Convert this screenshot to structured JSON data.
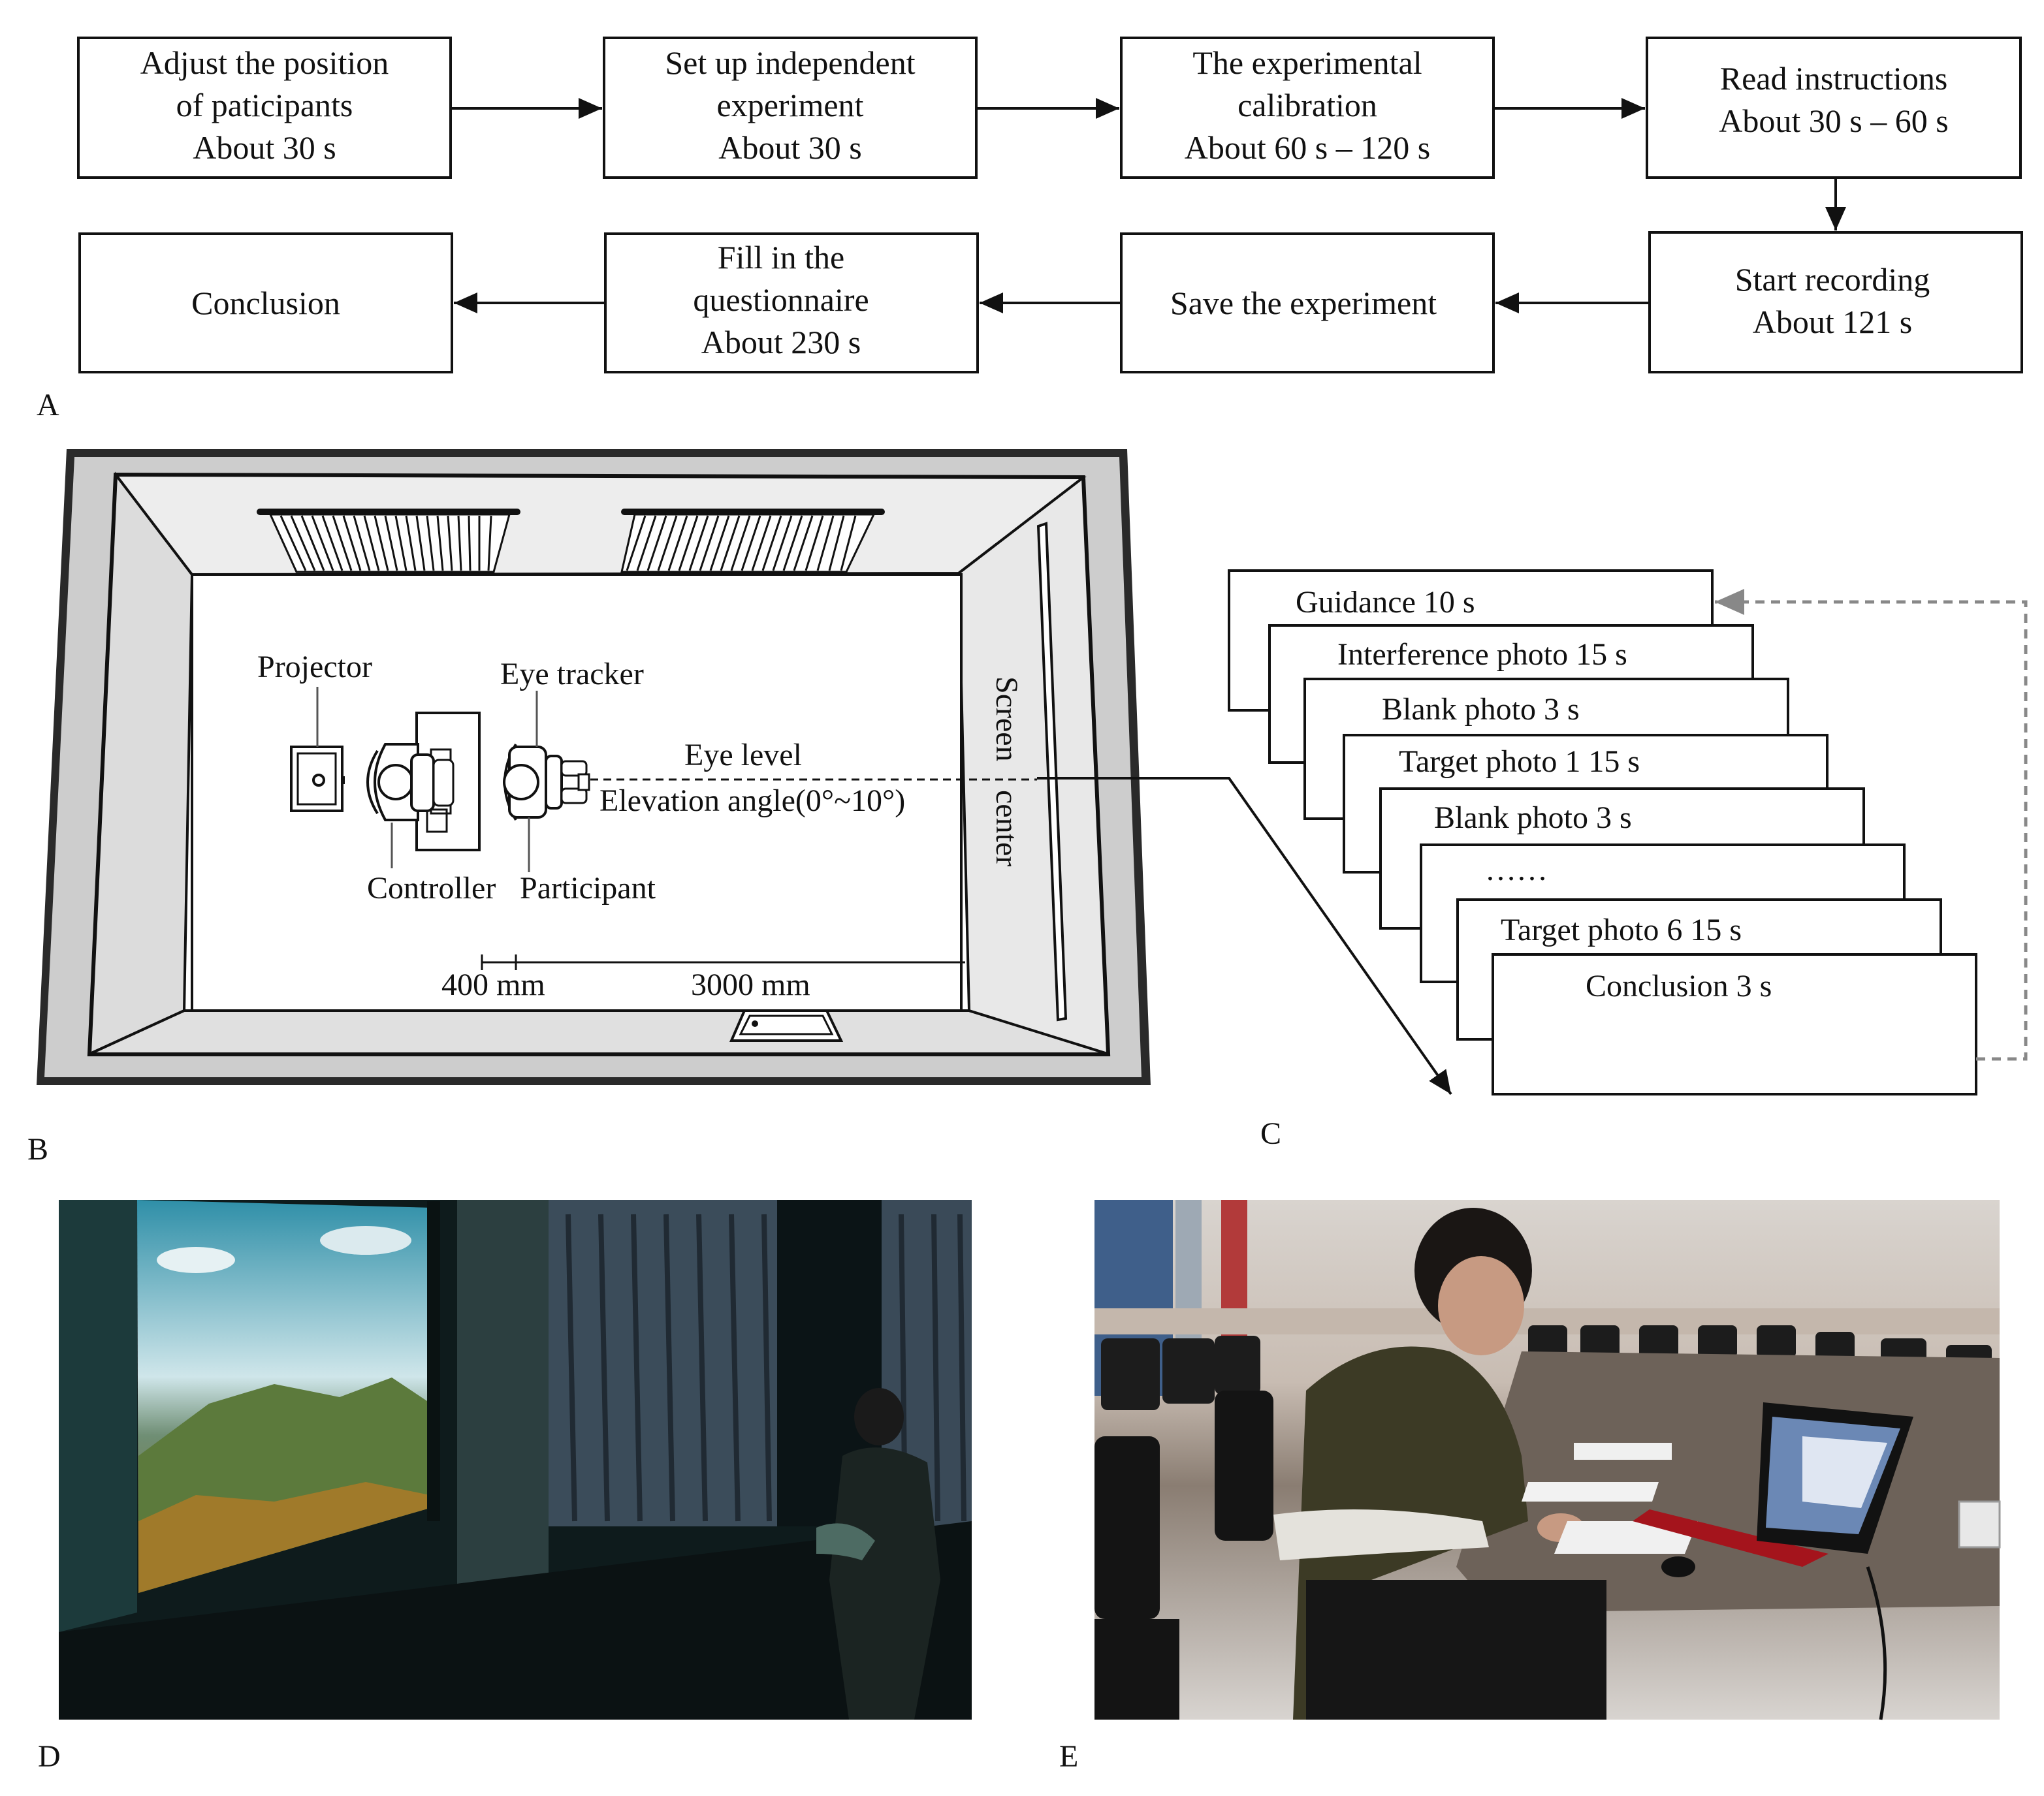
{
  "panel_labels": [
    "A",
    "B",
    "C",
    "D",
    "E"
  ],
  "flow_row1": [
    {
      "lines": [
        "Adjust the position",
        "of paticipants",
        "About 30 s"
      ]
    },
    {
      "lines": [
        "Set up independent",
        "experiment",
        "About 30 s"
      ]
    },
    {
      "lines": [
        "The experimental",
        "calibration",
        "About 60 s – 120 s"
      ]
    },
    {
      "lines": [
        "Read instructions",
        "About 30 s – 60 s"
      ]
    }
  ],
  "flow_row2": [
    {
      "lines": [
        "Conclusion"
      ]
    },
    {
      "lines": [
        "Fill in the",
        "questionnaire",
        "About 230 s"
      ]
    },
    {
      "lines": [
        "Save the experiment"
      ]
    },
    {
      "lines": [
        "Start recording",
        "About 121 s"
      ]
    }
  ],
  "room_labels": {
    "projector": "Projector",
    "eye_tracker": "Eye tracker",
    "eye_level": "Eye level",
    "elevation": "Elevation angle(0°~10°)",
    "controller": "Controller",
    "participant": "Participant",
    "screen": "Screen",
    "center": "center",
    "dist_small": "400 mm",
    "dist_large": "3000 mm"
  },
  "sequence": [
    "Guidance 10 s",
    "Interference photo 15 s",
    "Blank photo 3 s",
    "Target photo 1 15 s",
    "Blank photo 3 s",
    "……",
    "Target photo 6 15 s",
    "Conclusion 3 s"
  ],
  "photos": {
    "d": "projection-room-photo",
    "e": "controller-laptop-photo"
  }
}
